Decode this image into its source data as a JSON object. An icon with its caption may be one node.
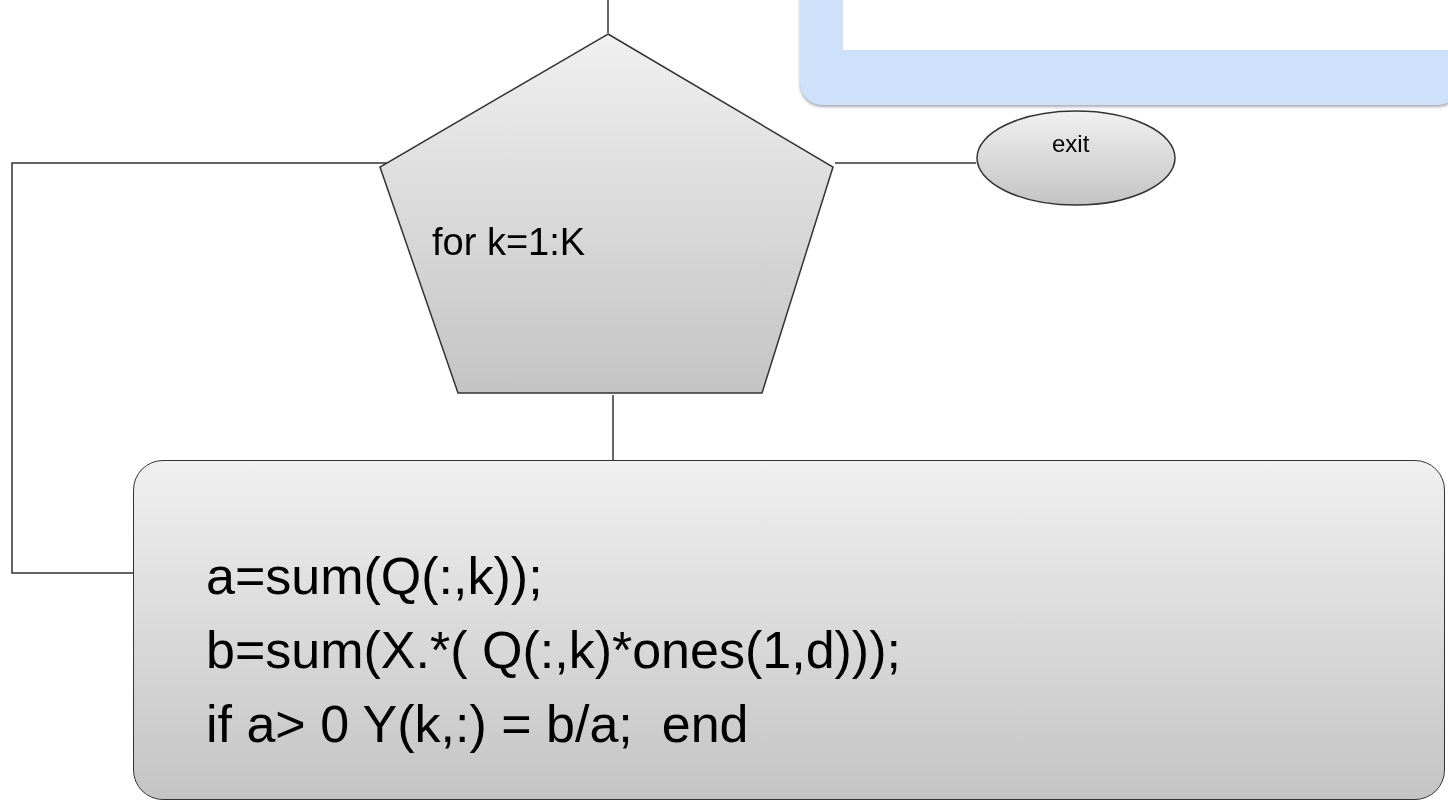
{
  "diagram": {
    "nodes": [
      {
        "text": [],
        "shape": "box"
      },
      {
        "text": [
          "for k=1:K"
        ]
      },
      {
        "text": [
          "exit"
        ]
      },
      {
        "text": [
          "a=sum(Q(:,k));",
          "b=sum(X.*( Q(:,k)*ones(1,d)));",
          "if a> 0 Y(k,:) = b/a;  end"
        ]
      }
    ],
    "edges": [
      {
        "from": null,
        "to": 1,
        "arrow": "none"
      },
      {
        "from": 1,
        "to": 2,
        "arrow": "none"
      },
      {
        "from": 1,
        "to": 3,
        "arrow": "none"
      },
      {
        "from": 3,
        "to": 1,
        "arrow": "none"
      }
    ]
  }
}
